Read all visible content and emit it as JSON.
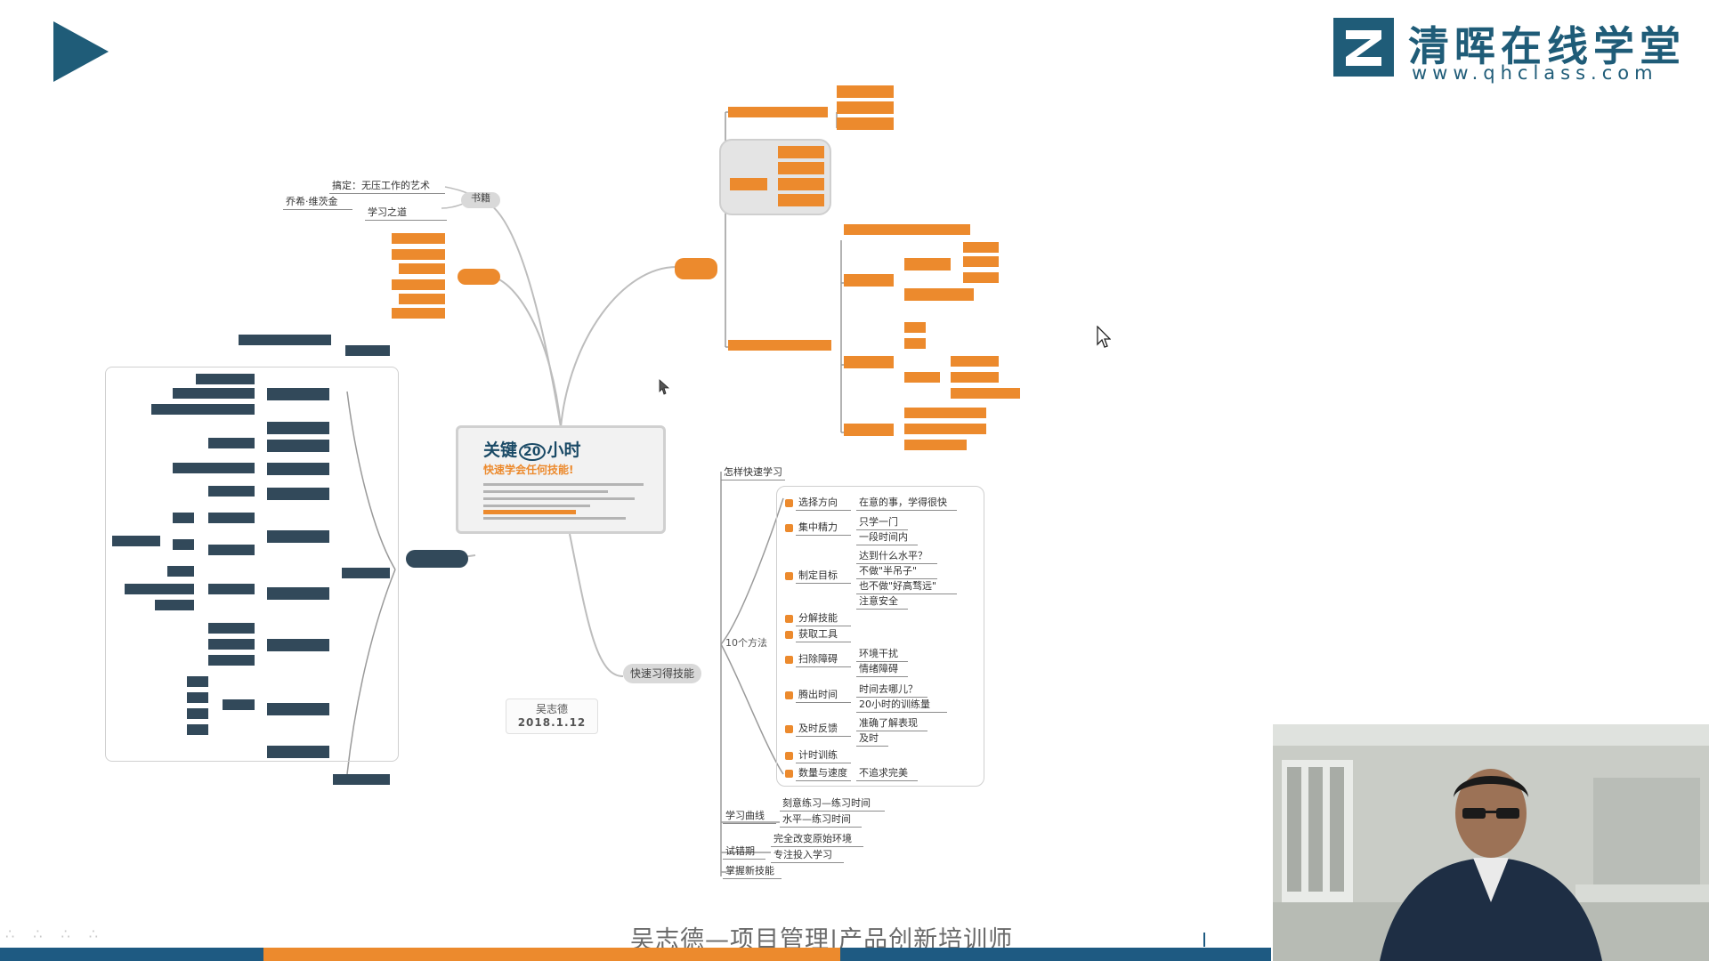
{
  "player": {
    "play_label": "▶"
  },
  "logo": {
    "title": "清晖在线学堂",
    "url": "www.qhclass.com",
    "brand_color": "#1f5c78"
  },
  "core": {
    "title_prefix": "关键",
    "title_num": "20",
    "title_suffix": "小时",
    "subtitle": "快速学会任何技能!"
  },
  "author": {
    "name": "吴志德",
    "date": "2018.1.12"
  },
  "caption": {
    "text": "吴志德—项目管理|产品创新培训师"
  },
  "faint": {
    "text": "∴ ∴ ∴ ∴"
  },
  "colors": {
    "accent": "#ec8a2d",
    "dark_node": "#32495a",
    "bar_blue": "#1e5a82"
  },
  "books": {
    "label": "书籍",
    "items": [
      "搞定：无压工作的艺术",
      "乔希·维茨金",
      "学习之道"
    ]
  },
  "method": {
    "root": "快速习得技能",
    "header": "怎样快速学习",
    "group": "10个方法",
    "steps": [
      {
        "label": "选择方向",
        "detail": [
          "在意的事，学得很快"
        ]
      },
      {
        "label": "集中精力",
        "detail": [
          "只学一门",
          "一段时间内"
        ]
      },
      {
        "label": "制定目标",
        "detail": [
          "达到什么水平？",
          "不做\"半吊子\"",
          "也不做\"好高骛远\"",
          "注意安全"
        ]
      },
      {
        "label": "分解技能",
        "detail": []
      },
      {
        "label": "获取工具",
        "detail": []
      },
      {
        "label": "扫除障碍",
        "detail": [
          "环境干扰",
          "情绪障碍"
        ]
      },
      {
        "label": "腾出时间",
        "detail": [
          "时间去哪儿？",
          "20小时的训练量"
        ]
      },
      {
        "label": "及时反馈",
        "detail": [
          "准确了解表现",
          "及时"
        ]
      },
      {
        "label": "计时训练",
        "detail": []
      },
      {
        "label": "数量与速度",
        "detail": [
          "不追求完美"
        ]
      }
    ],
    "curve_label": "学习曲线",
    "curve_items": [
      "刻意练习—练习时间",
      "水平—练习时间"
    ],
    "stage_label": "试错期",
    "stage_items": [
      "完全改变原始环境",
      "专注投入学习"
    ],
    "final_label": "掌握新技能"
  }
}
